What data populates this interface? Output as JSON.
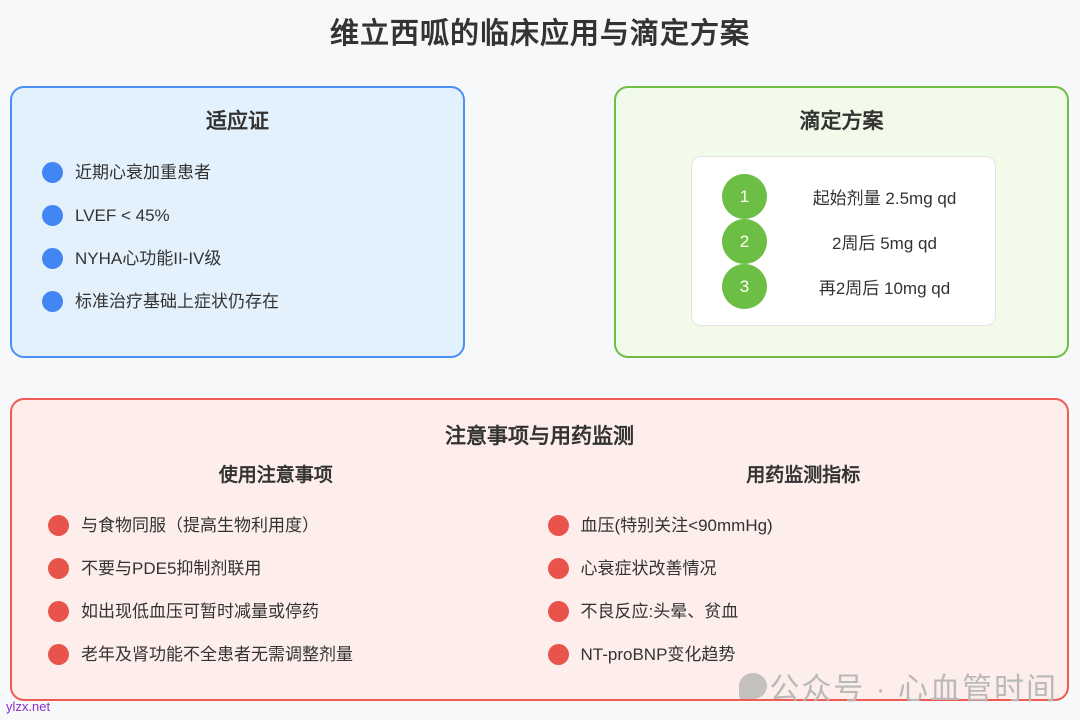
{
  "page": {
    "title": "维立西呱的临床应用与滴定方案",
    "background_color": "#f7f8fa"
  },
  "indications_card": {
    "title": "适应证",
    "accent_color": "#4285f4",
    "border_color": "#4a90f5",
    "background_color": "#e3f1fd",
    "items": [
      {
        "text": "近期心衰加重患者"
      },
      {
        "text": "LVEF < 45%"
      },
      {
        "text": "NYHA心功能II-IV级"
      },
      {
        "text": "标准治疗基础上症状仍存在"
      }
    ]
  },
  "titration_card": {
    "title": "滴定方案",
    "accent_color": "#6cbe45",
    "border_color": "#6cbe45",
    "background_color": "#f2faea",
    "steps": [
      {
        "number": "1",
        "text": "起始剂量 2.5mg qd"
      },
      {
        "number": "2",
        "text": "2周后 5mg qd"
      },
      {
        "number": "3",
        "text": "再2周后 10mg qd"
      }
    ]
  },
  "warnings_card": {
    "title": "注意事项与用药监测",
    "accent_color": "#e8544c",
    "border_color": "#ed5b52",
    "background_color": "#fdeeeb",
    "columns": [
      {
        "subtitle": "使用注意事项",
        "items": [
          {
            "text": "与食物同服（提高生物利用度）"
          },
          {
            "text": "不要与PDE5抑制剂联用"
          },
          {
            "text": "如出现低血压可暂时减量或停药"
          },
          {
            "text": "老年及肾功能不全患者无需调整剂量"
          }
        ]
      },
      {
        "subtitle": "用药监测指标",
        "items": [
          {
            "text": "血压(特别关注<90mmHg)"
          },
          {
            "text": "心衰症状改善情况"
          },
          {
            "text": "不良反应:头晕、贫血"
          },
          {
            "text": "NT-proBNP变化趋势"
          }
        ]
      }
    ]
  },
  "watermark": {
    "text": "公众号 · 心血管时间",
    "icon": "speech-bubble-icon"
  },
  "site_tag": {
    "text": "ylzx.net"
  }
}
